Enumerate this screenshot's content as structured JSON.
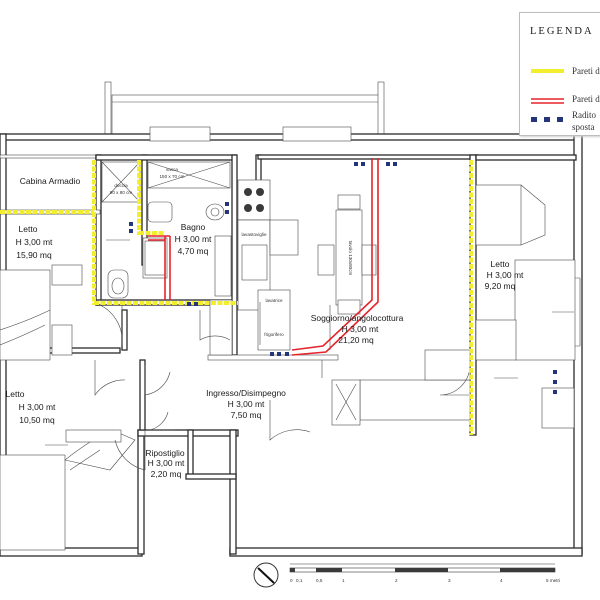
{
  "legend": {
    "title": "LEGENDA",
    "items": [
      {
        "label": "Pareti d",
        "color": "#f2ee2e",
        "icon": "yellow-dashed-line-icon"
      },
      {
        "label": "Pareti d",
        "color": "#e5242c",
        "icon": "red-double-line-icon"
      },
      {
        "label": "Radito",
        "label2": "sposta",
        "color": "#24357a",
        "icon": "blue-squares-icon"
      }
    ]
  },
  "rooms": {
    "cabina": {
      "name": "Cabina Armadio"
    },
    "letto1": {
      "name": "Letto",
      "height": "H 3,00 mt",
      "area": "15,90 mq"
    },
    "bagno": {
      "name": "Bagno",
      "height": "H 3,00 mt",
      "area": "4,70 mq"
    },
    "soggiorno": {
      "name": "Soggiorno/angolocottura",
      "height": "H 3,00 mt",
      "area": "21,20 mq"
    },
    "letto_dx": {
      "name": "Letto",
      "height": "H 3,00 mt",
      "area": "9,20 mq"
    },
    "letto2": {
      "name": "Letto",
      "height": "H 3,00 mt",
      "area": "10,50 mq"
    },
    "ingresso": {
      "name": "Ingresso/Disimpegno",
      "height": "H 3,00 mt",
      "area": "7,50 mq"
    },
    "ripostiglio": {
      "name": "Ripostiglio",
      "height": "H 3,00 mt",
      "area": "2,20 mq"
    }
  },
  "fixtures": {
    "doccia": "doccia",
    "doccia_size": "90 x 80 cm",
    "vasca": "vasca",
    "vasca_size": "150 x 70 cm",
    "lavastoviglie": "lavastoviglie",
    "lavatrice": "lavatrice",
    "frigorifero": "frigorifero",
    "tavolo": "tavolo 130x80cm"
  },
  "scale": {
    "ticks": [
      "0",
      "0,1",
      "0,5",
      "1",
      "2",
      "3",
      "4",
      "5 metri"
    ]
  },
  "colors": {
    "yellow": "#f2ee2e",
    "red": "#e5242c",
    "radiator": "#24357a",
    "wall": "#2b2b2b"
  }
}
